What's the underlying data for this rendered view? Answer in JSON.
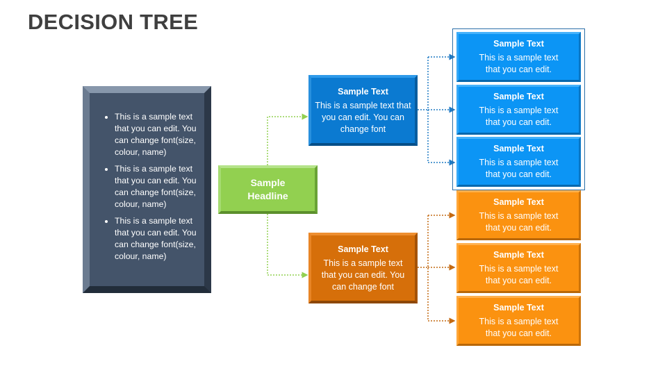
{
  "title": "DECISION TREE",
  "left_panel": {
    "bullets": [
      "This is a sample text that you can edit. You can change font(size, colour, name)",
      "This is a sample text that you can edit. You can change font(size, colour, name)",
      "This is a sample text that you can edit. You can change font(size, colour, name)"
    ]
  },
  "headline": {
    "label": "Sample Headline"
  },
  "branches": {
    "top": {
      "heading": "Sample Text",
      "body": "This is a sample text that you can edit. You can change font"
    },
    "bottom": {
      "heading": "Sample Text",
      "body": "This is a sample text that you can edit. You can change font"
    }
  },
  "leaves": {
    "blue": [
      {
        "heading": "Sample Text",
        "body": "This is a sample text that you can edit."
      },
      {
        "heading": "Sample Text",
        "body": "This is a sample text that you can edit."
      },
      {
        "heading": "Sample Text",
        "body": "This is a sample text that you can edit."
      }
    ],
    "orange": [
      {
        "heading": "Sample Text",
        "body": "This is a sample text that you can edit."
      },
      {
        "heading": "Sample Text",
        "body": "This is a sample text that you can edit."
      },
      {
        "heading": "Sample Text",
        "body": "This is a sample text that you can edit."
      }
    ]
  },
  "colors": {
    "green": "#92d050",
    "blue": "#0b7ad1",
    "orange": "#d66f0a",
    "slate": "#44546a"
  }
}
